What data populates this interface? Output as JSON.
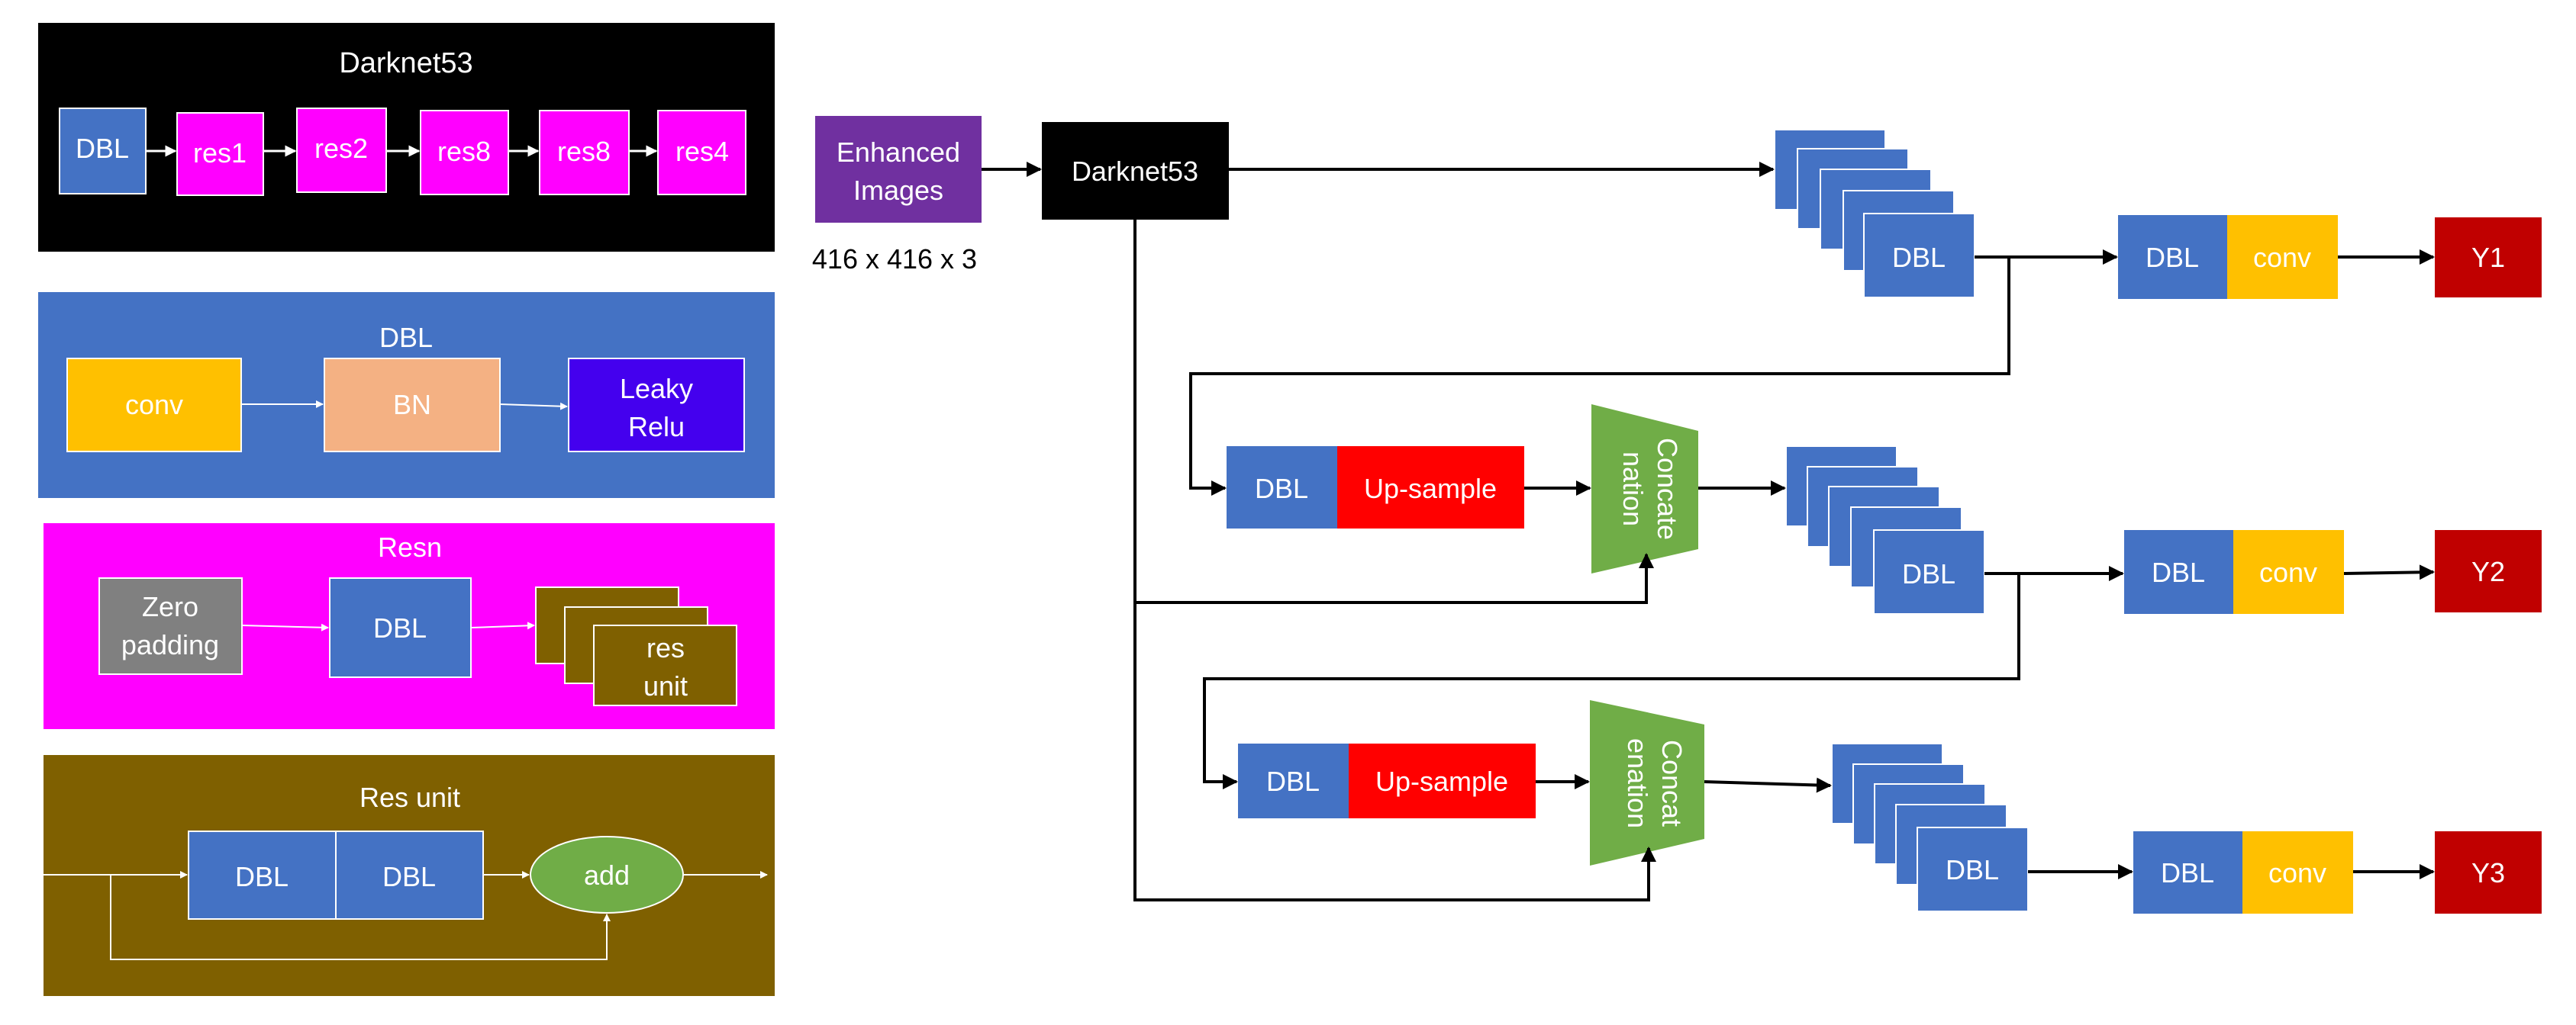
{
  "colors": {
    "dbl": "#4472C4",
    "res_block": "#FF00FF",
    "conv": "#FFC000",
    "bn": "#F4B183",
    "leaky_relu": "#4400EE",
    "zero_padding": "#808080",
    "res_unit": "#7F6000",
    "add": "#70AD47",
    "upsample": "#FF0000",
    "concat": "#70AD47",
    "output": "#C00000",
    "enhanced": "#7030A0",
    "darknet": "#000000"
  },
  "legend": {
    "darknet53": {
      "title": "Darknet53",
      "blocks": [
        "DBL",
        "res1",
        "res2",
        "res8",
        "res8",
        "res4"
      ]
    },
    "dbl": {
      "title": "DBL",
      "conv": "conv",
      "bn": "BN",
      "leaky_relu": [
        "Leaky",
        "Relu"
      ]
    },
    "resn": {
      "title": "Resn",
      "zero_padding": [
        "Zero",
        "padding"
      ],
      "dbl": "DBL",
      "res_unit": [
        "res",
        "unit"
      ]
    },
    "res_unit": {
      "title": "Res unit",
      "dbl1": "DBL",
      "dbl2": "DBL",
      "add": "add"
    }
  },
  "pipeline": {
    "input": {
      "label": [
        "Enhanced",
        "Images"
      ],
      "size": "416 x 416 x 3"
    },
    "backbone": "Darknet53",
    "branches": [
      {
        "stack_label": "DBL",
        "dbl": "DBL",
        "conv": "conv",
        "output": "Y1"
      },
      {
        "pre_dbl": "DBL",
        "upsample": "Up-sample",
        "concat": [
          "Concate",
          "nation"
        ],
        "stack_label": "DBL",
        "dbl": "DBL",
        "conv": "conv",
        "output": "Y2"
      },
      {
        "pre_dbl": "DBL",
        "upsample": "Up-sample",
        "concat": [
          "Concat",
          "enation"
        ],
        "stack_label": "DBL",
        "dbl": "DBL",
        "conv": "conv",
        "output": "Y3"
      }
    ]
  }
}
